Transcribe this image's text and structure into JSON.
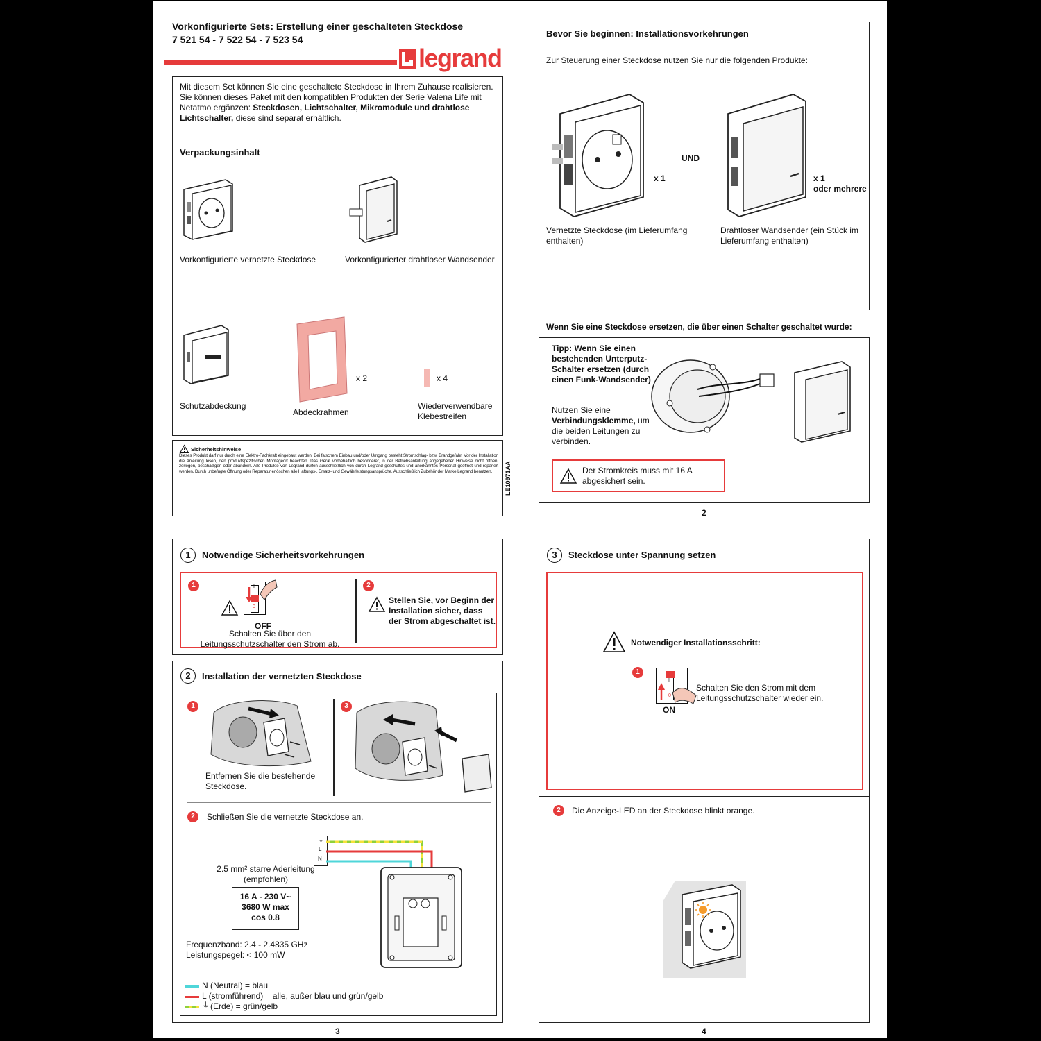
{
  "header": {
    "title": "Vorkonfigurierte Sets: Erstellung einer geschalteten Steckdose",
    "refs": "7 521 54 - 7 522 54 - 7 523 54",
    "brand": "legrand"
  },
  "intro": {
    "text_pre": "Mit diesem Set können Sie eine geschaltete Steckdose in Ihrem Zuhause realisieren. Sie können dieses Paket mit den kompatiblen Produkten der Serie Valena Life mit Netatmo ergänzen: ",
    "text_bold": "Steckdosen, Lichtschalter, Mikromodule und drahtlose Lichtschalter,",
    "text_post": " diese sind separat erhältlich."
  },
  "package": {
    "heading": "Verpackungsinhalt",
    "socket_label": "Vorkonfigurierte vernetzte Steckdose",
    "transmitter_label": "Vorkonfigurierter drahtloser Wandsender",
    "cover_label": "Schutzabdeckung",
    "frame_label": "Abdeckrahmen",
    "frame_qty": "x 2",
    "strip_qty": "x 4",
    "strip_label": "Wiederverwendbare Klebestreifen"
  },
  "safety": {
    "heading": "Sicherheitshinweise",
    "text": "Dieses Produkt darf nur durch eine Elektro-Fachkraft eingebaut werden. Bei falschem Einbau und/oder Umgang besteht Stromschlag- bzw. Brandgefahr. Vor der Installation die Anleitung lesen, den produktspezifischen Montageort beachten. Das Gerät vorbehaltlich besonderer, in der Betriebsanleitung angegebener Hinweise nicht öffnen, zerlegen, beschädigen oder abändern. Alle Produkte von Legrand dürfen ausschließlich von durch Legrand geschultes und anerkanntes Personal geöffnet und repariert werden. Durch unbefugte Öffnung oder Reparatur erlöschen alle Haftungs-, Ersatz- und Gewährleistungsansprüche. Ausschließlich Zubehör der Marke Legrand benutzen.",
    "doc_code": "LE10971AA"
  },
  "before": {
    "heading": "Bevor Sie beginnen: Installationsvorkehrungen",
    "intro": "Zur Steuerung einer Steckdose nutzen Sie nur die folgenden Produkte:",
    "qty_socket": "x 1",
    "and": "UND",
    "qty_transmitter": "x 1",
    "qty_more": "oder mehrere",
    "socket_caption": "Vernetzte Steckdose (im Lieferumfang enthalten)",
    "transmitter_caption": "Drahtloser Wandsender (ein Stück im Lieferumfang enthalten)",
    "replace_heading": "Wenn Sie eine Steckdose ersetzen, die über einen Schalter geschaltet wurde:",
    "tip": "Tipp: Wenn Sie einen bestehenden Unterputz-Schalter ersetzen (durch einen Funk-Wandsender)",
    "use_pre": "Nutzen Sie eine ",
    "use_bold": "Verbindungsklemme,",
    "use_post": " um die beiden Leitungen zu verbinden.",
    "warning": "Der Stromkreis muss mit 16 A abgesichert sein."
  },
  "pages": {
    "p2": "2",
    "p3": "3",
    "p4": "4"
  },
  "step1": {
    "num": "1",
    "heading": "Notwendige Sicherheitsvorkehrungen",
    "sub1": "1",
    "breaker_i": "I",
    "breaker_0": "0",
    "off": "OFF",
    "off_text": "Schalten Sie über den Leitungsschutzschalter den Strom ab.",
    "sub2": "2",
    "check_text": "Stellen Sie, vor Beginn der Installation sicher, dass der Strom abgeschaltet ist."
  },
  "step2": {
    "num": "2",
    "heading": "Installation der vernetzten Steckdose",
    "sub1": "1",
    "remove_text": "Entfernen Sie die bestehende Steckdose.",
    "sub3": "3",
    "sub2": "2",
    "connect_text": "Schließen Sie die vernetzte Steckdose an.",
    "cable_text": "2.5 mm² starre Aderleitung (empfohlen)",
    "ratings": [
      "16 A - 230 V~",
      "3680 W max",
      "cos 0.8"
    ],
    "freq": "Frequenzband: 2.4 - 2.4835 GHz",
    "power": "Leistungspegel: < 100 mW",
    "terminal_l": "L",
    "terminal_n": "N",
    "legend": [
      {
        "text": "N (Neutral) = blau",
        "color": "#4fd6d9"
      },
      {
        "text": "L (stromführend) = alle, außer blau und grün/gelb",
        "color": "#e63b3b"
      },
      {
        "text": "(Erde) = grün/gelb",
        "color": "#8fd13a"
      }
    ]
  },
  "step3": {
    "num": "3",
    "heading": "Steckdose unter Spannung setzen",
    "required": "Notwendiger Installationsschritt:",
    "sub1": "1",
    "breaker_i": "I",
    "breaker_0": "0",
    "on": "ON",
    "on_text": "Schalten Sie den Strom mit dem Leitungsschutzschalter wieder ein.",
    "sub2": "2",
    "led_text": "Die Anzeige-LED an der Steckdose blinkt orange."
  },
  "colors": {
    "accent": "#e63b3b",
    "frame": "#f2a9a2",
    "neutral": "#4fd6d9",
    "earth": "#8fd13a"
  }
}
